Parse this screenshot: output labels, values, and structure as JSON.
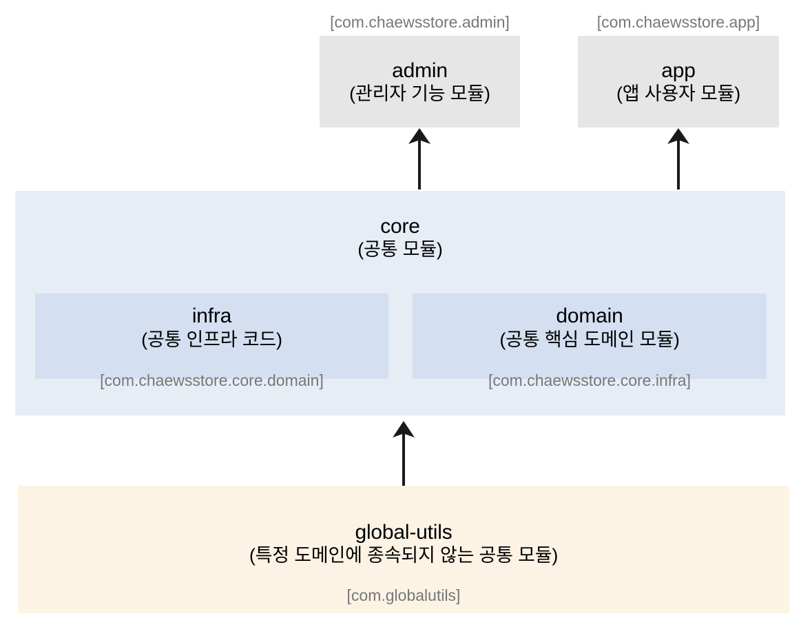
{
  "diagram": {
    "title": "chaewsstore module architecture",
    "colors": {
      "background": "#ffffff",
      "leaf_module": "#e6e6e6",
      "core_module": "#e7edf5",
      "sub_module": "#d4dff1",
      "global_module": "#fdf3e5",
      "arrow": "#1a1a1a",
      "package_label": "#777777",
      "text": "#000000"
    }
  },
  "modules": {
    "admin": {
      "package": "[com.chaewsstore.admin]",
      "name": "admin",
      "description": "(관리자 기능 모듈)"
    },
    "app": {
      "package": "[com.chaewsstore.app]",
      "name": "app",
      "description": "(앱 사용자 모듈)"
    },
    "core": {
      "name": "core",
      "description": "(공통 모듈)"
    },
    "infra": {
      "name": "infra",
      "description": "(공통 인프라 코드)",
      "package": "[com.chaewsstore.core.domain]"
    },
    "domain": {
      "name": "domain",
      "description": "(공통 핵심 도메인 모듈)",
      "package": "[com.chaewsstore.core.infra]"
    },
    "global_utils": {
      "name": "global-utils",
      "description": "(특정 도메인에 종속되지 않는 공통 모듈)",
      "package": "[com.globalutils]"
    }
  },
  "arrows": [
    {
      "id": "core-to-admin",
      "from": "core",
      "to": "admin",
      "direction": "up"
    },
    {
      "id": "core-to-app",
      "from": "core",
      "to": "app",
      "direction": "up"
    },
    {
      "id": "global-utils-to-core",
      "from": "global-utils",
      "to": "core",
      "direction": "up"
    }
  ]
}
